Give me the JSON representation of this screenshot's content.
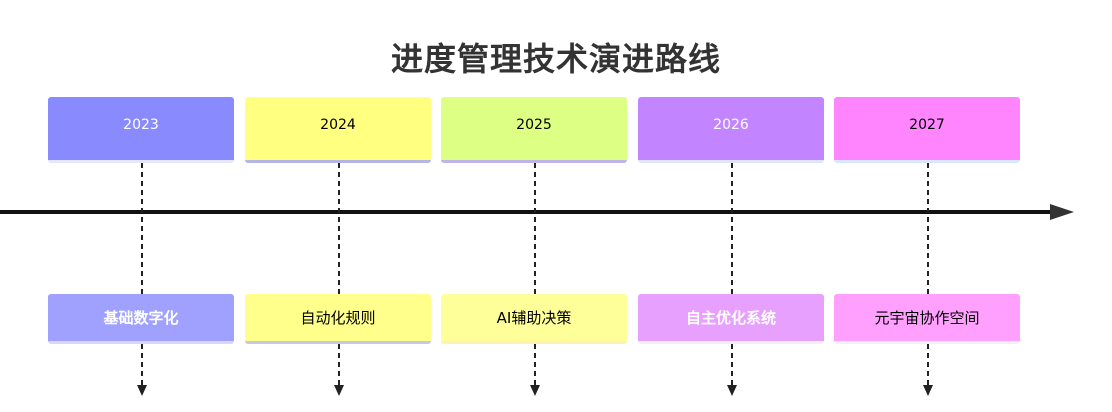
{
  "title": "进度管理技术演进路线",
  "timeline": [
    {
      "year": "2023",
      "event": "基础数字化",
      "year_color": "#8a8aff",
      "year_text_color": "#ffffff",
      "year_border": "#e6e6ff",
      "event_color": "#a0a0ff",
      "event_text_color": "#ffffff",
      "event_bold": true,
      "event_border": "#d6d6ff"
    },
    {
      "year": "2024",
      "event": "自动化规则",
      "year_color": "#ffff80",
      "year_text_color": "#000000",
      "year_border": "#b5b5e6",
      "event_color": "#ffff8c",
      "event_text_color": "#000000",
      "event_bold": false,
      "event_border": "#c8c8e6"
    },
    {
      "year": "2025",
      "event": "AI辅助决策",
      "year_color": "#dcff84",
      "year_text_color": "#000000",
      "year_border": "#c0b4e8",
      "event_color": "#ffff99",
      "event_text_color": "#000000",
      "event_bold": false,
      "event_border": "#fff0b8"
    },
    {
      "year": "2026",
      "event": "自主优化系统",
      "year_color": "#c285ff",
      "year_text_color": "#ffffff",
      "year_border": "#e0e6f8",
      "event_color": "#e8a0ff",
      "event_text_color": "#ffffff",
      "event_bold": true,
      "event_border": "#f0f0f8"
    },
    {
      "year": "2027",
      "event": "元宇宙协作空间",
      "year_color": "#ff85ff",
      "year_text_color": "#000000",
      "year_border": "#d8e8ff",
      "event_color": "#ffa0ff",
      "event_text_color": "#000000",
      "event_bold": false,
      "event_border": "#f0f0f8"
    }
  ]
}
